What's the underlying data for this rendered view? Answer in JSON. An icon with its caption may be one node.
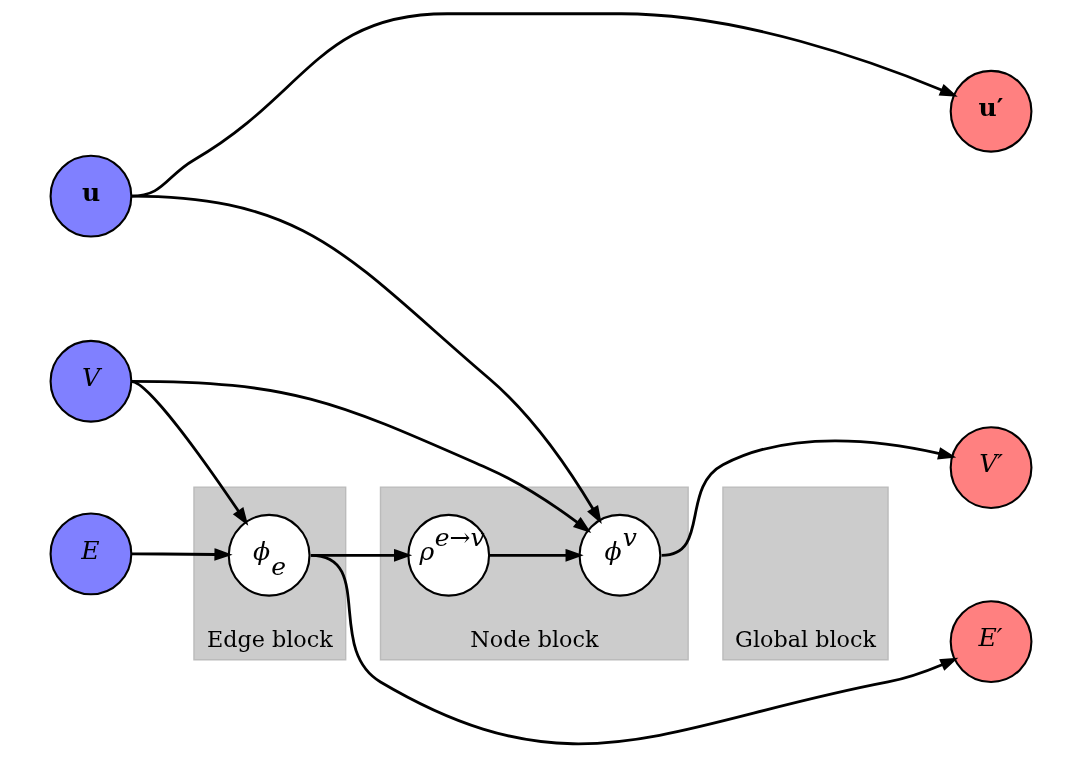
{
  "diagram": {
    "nodes": [
      {
        "text": [
          "u"
        ]
      },
      {
        "text": [
          "V"
        ]
      },
      {
        "text": [
          "E"
        ]
      },
      {
        "text": [
          "Edge block"
        ]
      },
      {
        "text": [
          "ϕ$_{e}$"
        ],
        "in": 3
      },
      {
        "text": [
          "Node block"
        ]
      },
      {
        "text": [
          "ρ$^{e→v}$"
        ],
        "in": 5
      },
      {
        "text": [
          "ϕ$^{v}$"
        ],
        "in": 5
      },
      {
        "text": [
          "Global block"
        ]
      },
      {
        "text": [
          "u′"
        ]
      },
      {
        "text": [
          "V′"
        ]
      },
      {
        "text": [
          "E′"
        ]
      }
    ],
    "edges": [
      {
        "from": 0,
        "to": 9,
        "arrow": "to"
      },
      {
        "from": 0,
        "to": 7,
        "arrow": "to"
      },
      {
        "from": 1,
        "to": 7,
        "arrow": "to"
      },
      {
        "from": 1,
        "to": 4,
        "arrow": "to"
      },
      {
        "from": 2,
        "to": 4,
        "arrow": "to"
      },
      {
        "from": 4,
        "to": 6,
        "arrow": "to"
      },
      {
        "from": 6,
        "to": 7,
        "arrow": "to"
      },
      {
        "from": 7,
        "to": 10,
        "arrow": "to"
      },
      {
        "from": 4,
        "to": 11,
        "arrow": "to"
      }
    ]
  }
}
